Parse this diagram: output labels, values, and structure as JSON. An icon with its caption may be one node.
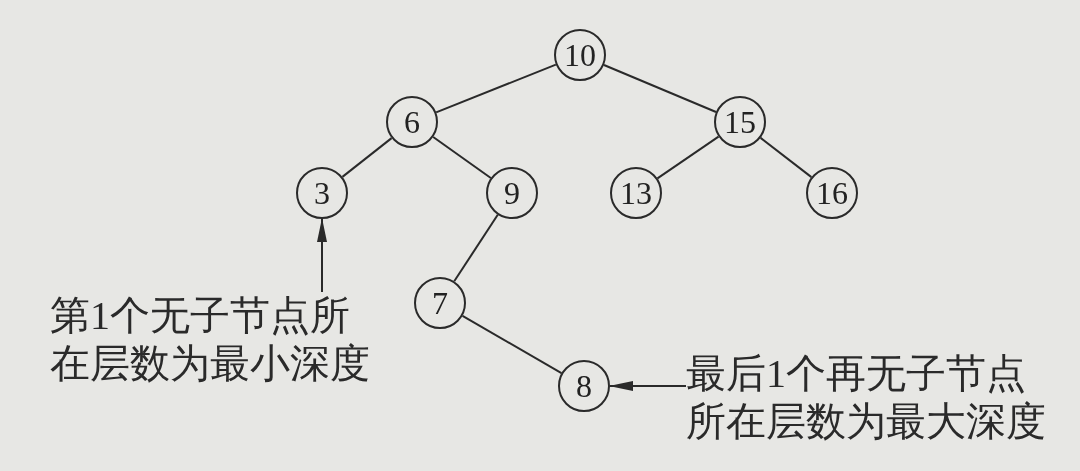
{
  "diagram": {
    "nodes": [
      {
        "text": [
          "10"
        ]
      },
      {
        "text": [
          "6"
        ]
      },
      {
        "text": [
          "15"
        ]
      },
      {
        "text": [
          "3"
        ]
      },
      {
        "text": [
          "9"
        ]
      },
      {
        "text": [
          "13"
        ]
      },
      {
        "text": [
          "16"
        ]
      },
      {
        "text": [
          "7"
        ]
      },
      {
        "text": [
          "8"
        ]
      },
      {
        "text": [
          "第1个无子节点所在层数为最小深度"
        ]
      },
      {
        "text": [
          "最后1个再无子节点所在层数为最大深度"
        ]
      }
    ],
    "edges": [
      {
        "from": 0,
        "to": 1,
        "arrow": "none"
      },
      {
        "from": 0,
        "to": 2,
        "arrow": "none"
      },
      {
        "from": 1,
        "to": 3,
        "arrow": "none"
      },
      {
        "from": 1,
        "to": 4,
        "arrow": "none"
      },
      {
        "from": 2,
        "to": 5,
        "arrow": "none"
      },
      {
        "from": 2,
        "to": 6,
        "arrow": "none"
      },
      {
        "from": 4,
        "to": 7,
        "arrow": "none"
      },
      {
        "from": 7,
        "to": 8,
        "arrow": "none"
      },
      {
        "from": 9,
        "to": 3,
        "arrow": "to"
      },
      {
        "from": 10,
        "to": 8,
        "arrow": "to"
      }
    ]
  }
}
